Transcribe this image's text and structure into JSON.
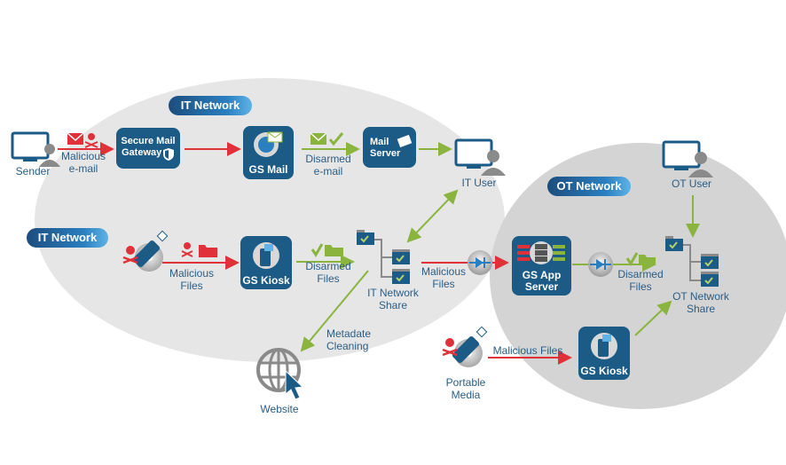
{
  "colors": {
    "brand_blue": "#1b5b86",
    "label_blue": "#2a5d86",
    "malicious_red": "#e0303a",
    "disarmed_green": "#8ab43e",
    "network_fill": "#e6e6e6",
    "ot_network_fill": "#d2d2d2",
    "icon_gray": "#8a8a8a"
  },
  "zones": {
    "it_network_top_label": "IT Network",
    "it_network_left_label": "IT Network",
    "ot_network_label": "OT Network"
  },
  "actors": {
    "sender": "Sender",
    "it_user": "IT User",
    "ot_user": "OT User",
    "website": "Website",
    "portable_media": [
      "Portable",
      "Media"
    ]
  },
  "nodes": {
    "secure_mail_gateway": [
      "Secure Mail",
      "Gateway"
    ],
    "gs_mail": "GS Mail",
    "mail_server": [
      "Mail",
      "Server"
    ],
    "gs_kiosk_it": "GS Kiosk",
    "gs_app_server": [
      "GS App",
      "Server"
    ],
    "gs_kiosk_ot": "GS Kiosk",
    "it_network_share": [
      "IT Network",
      "Share"
    ],
    "ot_network_share": [
      "OT Network",
      "Share"
    ]
  },
  "flows": {
    "malicious_email": [
      "Malicious",
      "e-mail"
    ],
    "disarmed_email": [
      "Disarmed",
      "e-mail"
    ],
    "malicious_files_it": [
      "Malicious",
      "Files"
    ],
    "disarmed_files_it": [
      "Disarmed",
      "Files"
    ],
    "malicious_files_to_ot": [
      "Malicious",
      "Files"
    ],
    "disarmed_files_ot": [
      "Disarmed",
      "Files"
    ],
    "metadata_cleaning": [
      "Metadate",
      "Cleaning"
    ],
    "malicious_files_portable": "Malicious Files"
  }
}
